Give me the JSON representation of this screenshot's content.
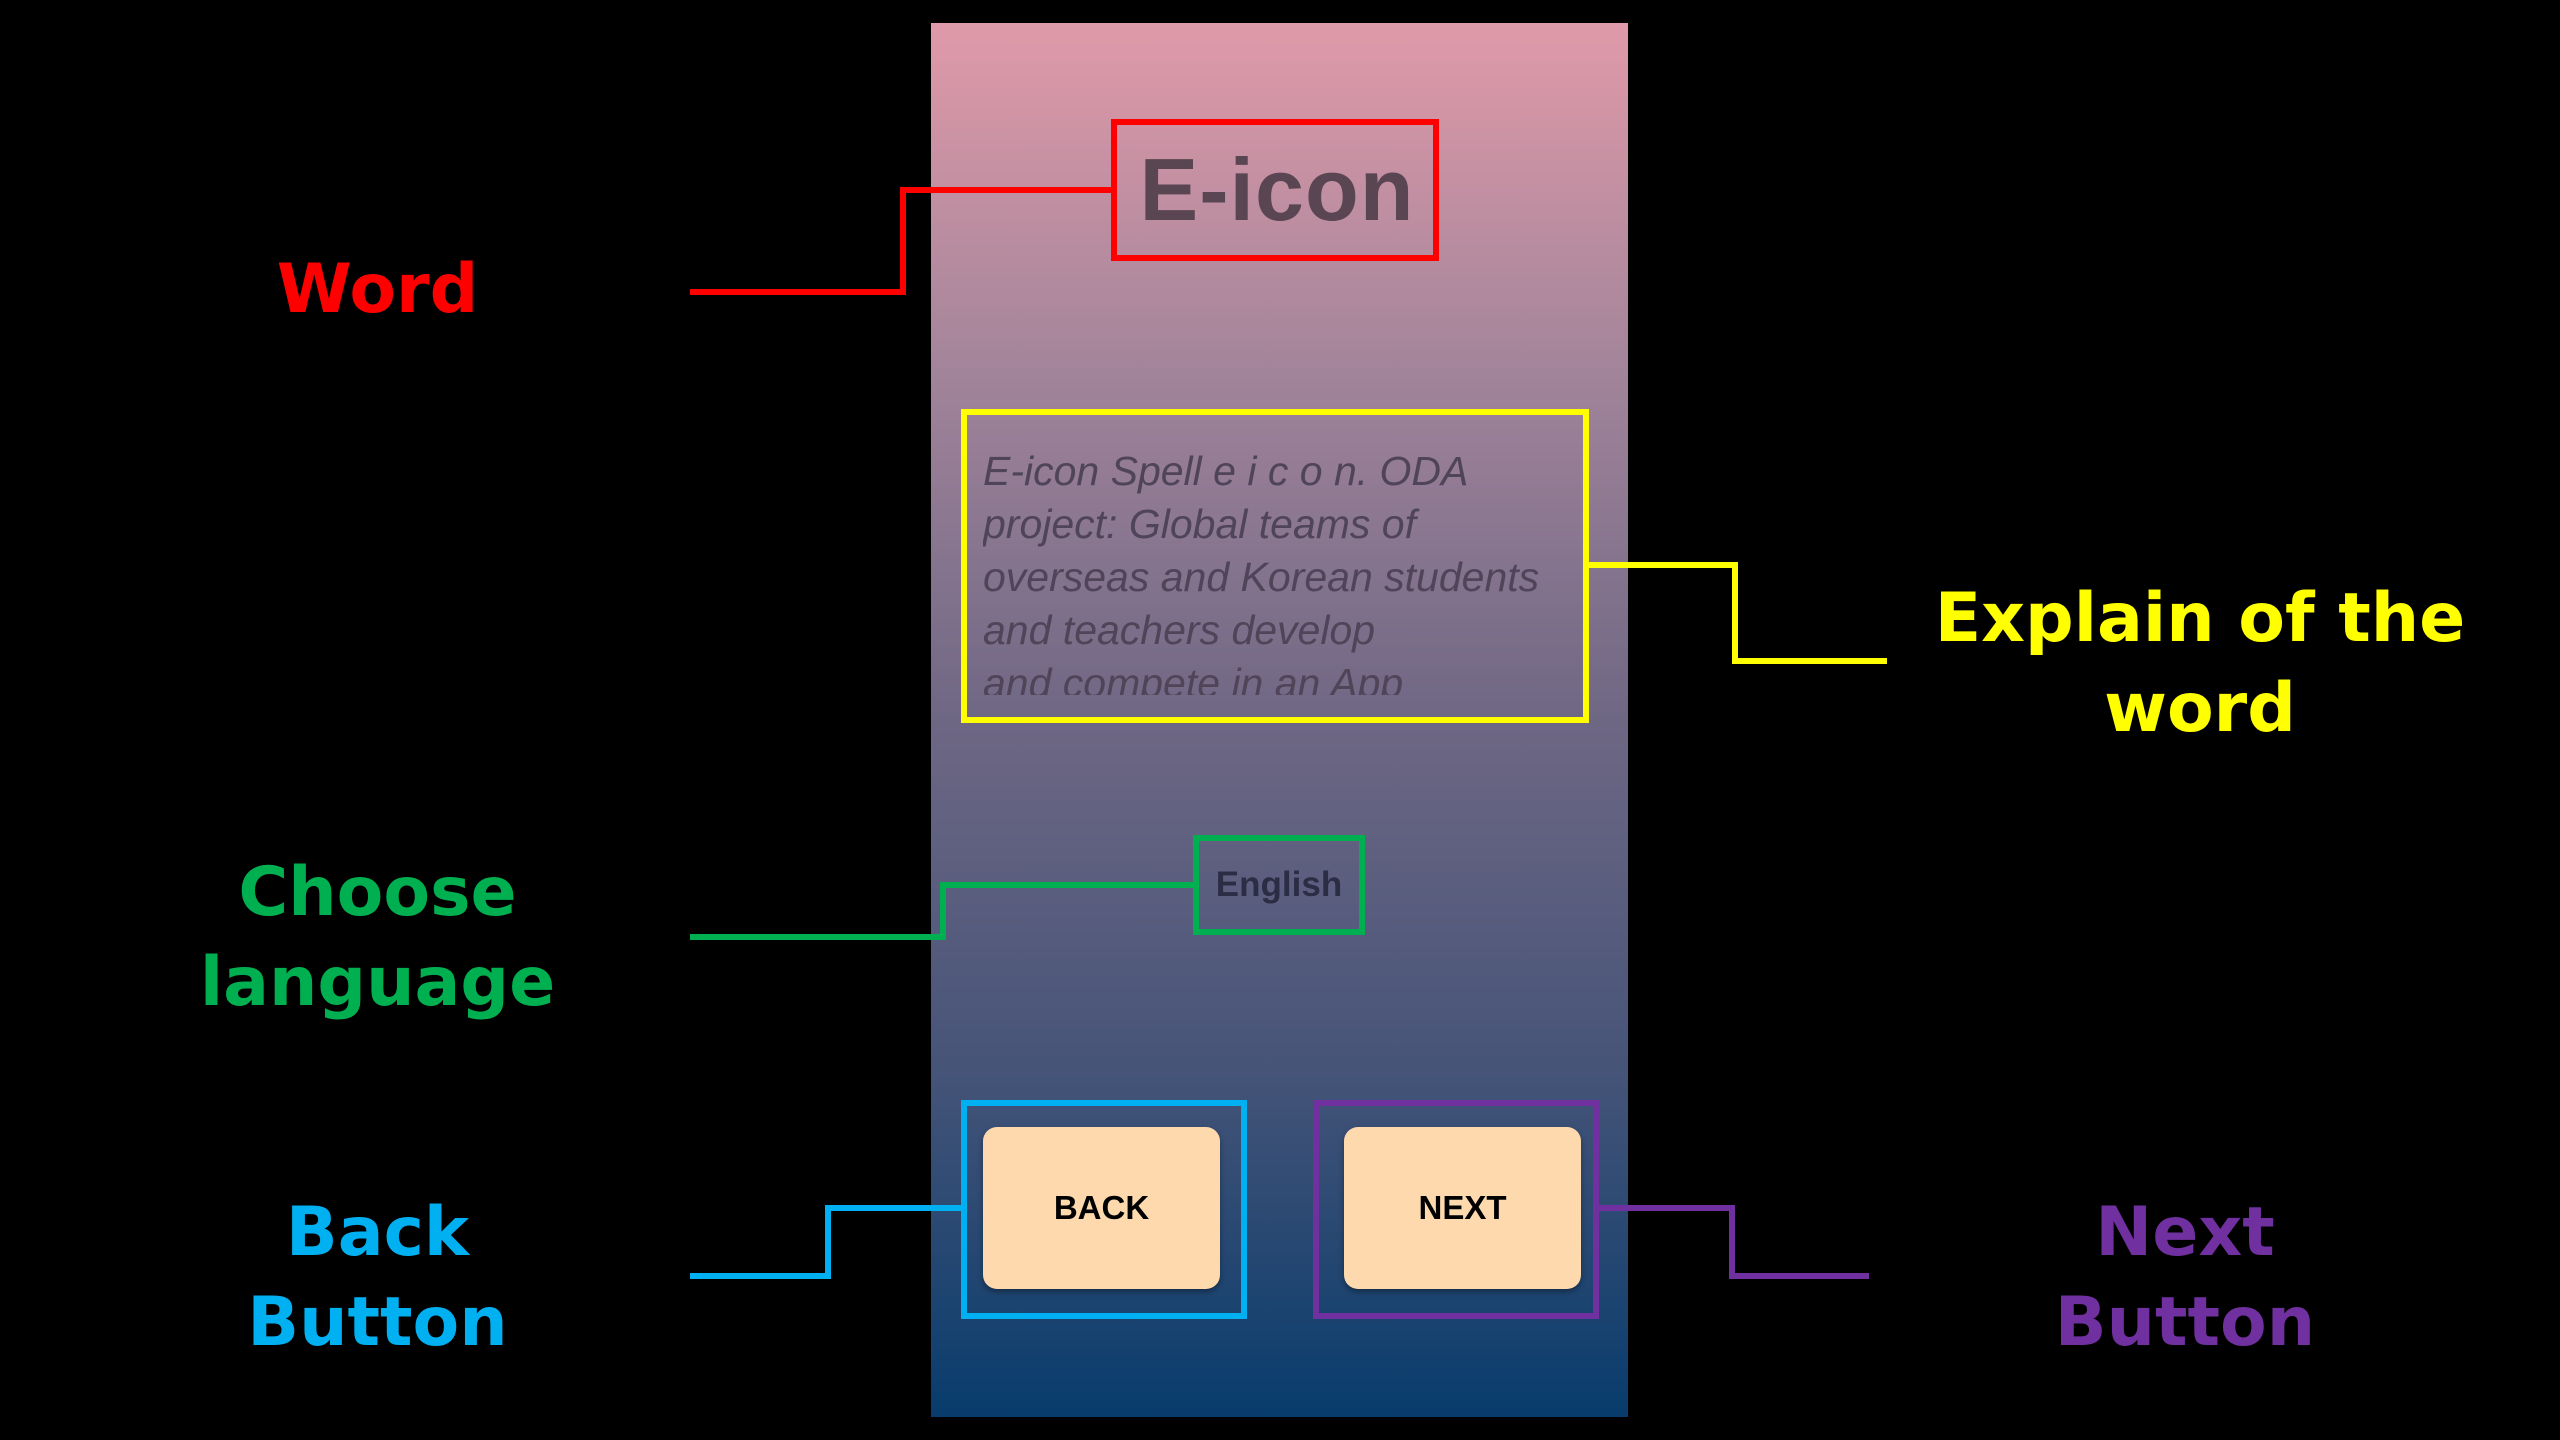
{
  "app": {
    "word": "E-icon",
    "explanation": "E-icon Spell e i c o n. ODA\nproject: Global teams of\noverseas and Korean students\nand teachers develop\nand compete in an App",
    "language_button": "English",
    "back_button": "BACK",
    "next_button": "NEXT"
  },
  "annotations": {
    "word": {
      "label": "Word",
      "color": "#ff0000"
    },
    "explain": {
      "label": "Explain of the\nword",
      "color": "#ffff00"
    },
    "language": {
      "label": "Choose\nlanguage",
      "color": "#00b050"
    },
    "back": {
      "label": "Back\nButton",
      "color": "#00b0f0"
    },
    "next": {
      "label": "Next\nButton",
      "color": "#7030a0"
    }
  },
  "colors": {
    "background": "#000000",
    "gradient_top": "#e09aa9",
    "gradient_bottom": "#083c6c",
    "button_fill": "#fdd9ad"
  }
}
